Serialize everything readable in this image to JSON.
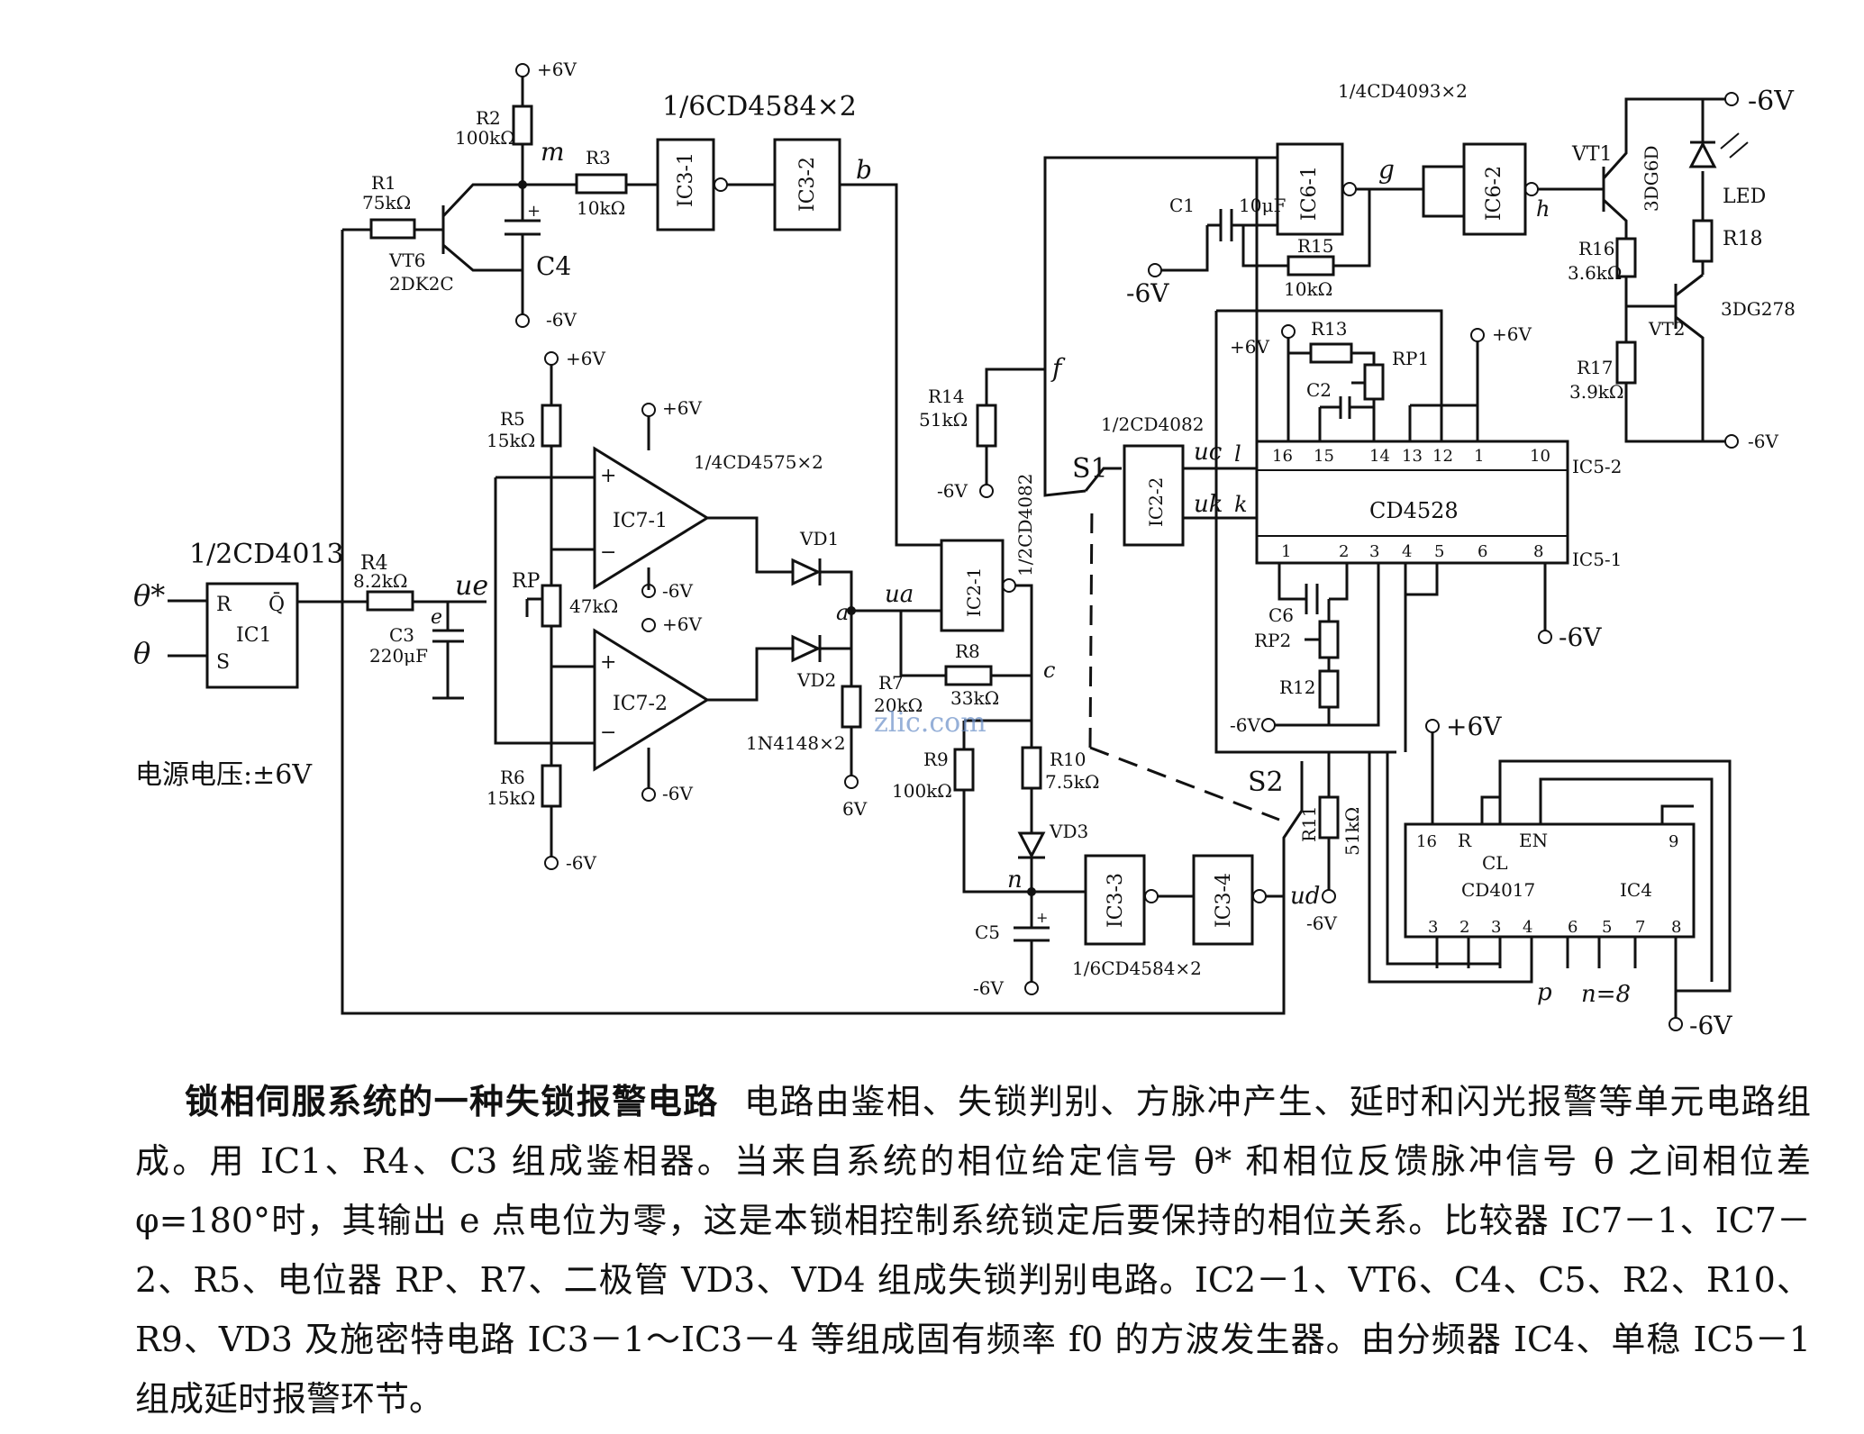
{
  "caption": {
    "title": "锁相伺服系统的一种失锁报警电路",
    "body": "电路由鉴相、失锁判别、方脉冲产生、延时和闪光报警等单元电路组成。用 IC1、R4、C3 组成鉴相器。当来自系统的相位给定信号 θ* 和相位反馈脉冲信号 θ 之间相位差 φ=180°时，其输出 e 点电位为零，这是本锁相控制系统锁定后要保持的相位关系。比较器 IC7－1、IC7－2、R5、电位器 RP、R7、二极管 VD3、VD4 组成失锁判别电路。IC2－1、VT6、C4、C5、R2、R10、R9、VD3 及施密特电路 IC3－1～IC3－4 等组成固有频率 f0 的方波发生器。由分频器 IC4、单稳 IC5－1 组成延时报警环节。"
  },
  "watermark": "zlic.com",
  "labels": {
    "power_note": "电源电压:±6V",
    "ic1_frac": "1/2CD4013",
    "ic1_name": "IC1",
    "ic1_r": "R",
    "ic1_s": "S",
    "ic1_q": "Q̄",
    "theta_star": "θ*",
    "theta": "θ",
    "r4": "R4",
    "r4v": "8.2kΩ",
    "c3": "C3",
    "c3v": "220μF",
    "ue_in": "ue",
    "e_node": "e",
    "r1": "R1",
    "r1v": "75kΩ",
    "vt6": "VT6",
    "vt6_type": "2DK2C",
    "r2": "R2",
    "r2v": "100kΩ",
    "m_node": "m",
    "c4": "C4",
    "top_plus6": "+6V",
    "c4_minus6": "-6V",
    "r3": "R3",
    "r3v": "10kΩ",
    "ic3_frac": "1/6CD4584×2",
    "ic3_1": "IC3-1",
    "ic3_2": "IC3-2",
    "b_node": "b",
    "r5": "R5",
    "r5v": "15kΩ",
    "r6": "R6",
    "r6v": "15kΩ",
    "rp": "RP",
    "rpv": "47kΩ",
    "ic7_frac": "1/4CD4575×2",
    "ic7_1": "IC7-1",
    "ic7_2": "IC7-2",
    "plus6": "+6V",
    "minus6": "-6V",
    "gnd6": "6V",
    "vd1": "VD1",
    "vd2": "VD2",
    "diode_type": "1N4148×2",
    "a_node": "a",
    "ua": "ua",
    "r7": "R7",
    "r7v": "20kΩ",
    "r8": "R8",
    "r8v": "33kΩ",
    "r9": "R9",
    "r9v": "100kΩ",
    "r10": "R10",
    "r10v": "7.5kΩ",
    "c_node": "c",
    "vd3": "VD3",
    "n_node": "n",
    "c5": "C5",
    "r14": "R14",
    "r14v": "51kΩ",
    "f_node": "f",
    "ic2_1": "IC2-1",
    "ic2_frac": "1/2CD4082",
    "ic3_3": "IC3-3",
    "ic3_4": "IC3-4",
    "ic3_frac_b": "1/6CD4584×2",
    "ud": "ud",
    "s1": "S1",
    "s2": "S2",
    "ic2_2": "IC2-2",
    "ic2_2_frac": "1/2CD4082",
    "uc": "uc",
    "uk": "uk",
    "l_node": "l",
    "k_node": "k",
    "ic6_frac": "1/4CD4093×2",
    "ic6_1": "IC6-1",
    "ic6_2": "IC6-2",
    "g_node": "g",
    "h_node": "h",
    "c1": "C1",
    "c1v": "10μF",
    "r15": "R15",
    "r15v": "10kΩ",
    "vt1": "VT1",
    "vt1_type": "3DG6D",
    "led": "LED",
    "r18": "R18",
    "r16": "R16",
    "r16v": "3.6kΩ",
    "vt2": "VT2",
    "vt2_type": "3DG278",
    "r17": "R17",
    "r17v": "3.9kΩ",
    "r13": "R13",
    "rp1": "RP1",
    "c2": "C2",
    "cd4528": "CD4528",
    "ic5_2": "IC5-2",
    "ic5_1": "IC5-1",
    "c6": "C6",
    "rp2": "RP2",
    "r12": "R12",
    "r11": "R11",
    "r11v": "51kΩ",
    "cd4017": "CD4017",
    "ic4": "IC4",
    "ic4_cl": "CL",
    "ic4_r": "R",
    "ic4_en": "EN",
    "p_node": "p",
    "n_eq": "n=8",
    "pin16": "16",
    "pin15": "15",
    "pin14": "14",
    "pin13": "13",
    "pin12": "12",
    "pin1": "1",
    "pin10": "10",
    "pin2": "2",
    "pin3": "3",
    "pin4": "4",
    "pin5": "5",
    "pin6": "6",
    "pin7": "7",
    "pin8": "8",
    "pin9": "9"
  }
}
